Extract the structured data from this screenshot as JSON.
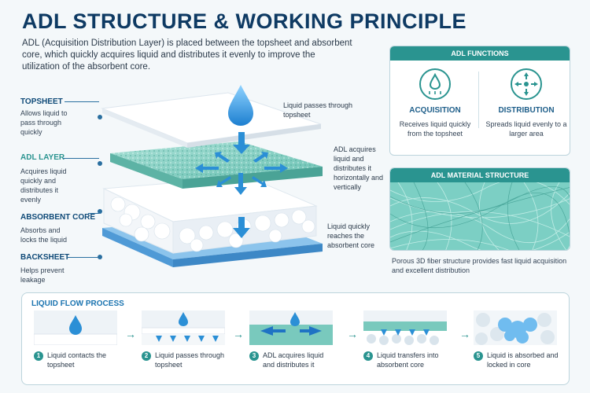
{
  "title": "ADL STRUCTURE & WORKING PRINCIPLE",
  "intro": "ADL (Acquisition Distribution Layer) is placed between the topsheet and absorbent core, which quickly acquires liquid and distributes it evenly to improve the utilization of the absorbent core.",
  "layers": [
    {
      "name": "TOPSHEET",
      "desc": "Allows liquid to pass through quickly"
    },
    {
      "name": "ADL LAYER",
      "desc": "Acquires liquid quickly and distributes it evenly"
    },
    {
      "name": "ABSORBENT CORE",
      "desc": "Absorbs and locks the liquid"
    },
    {
      "name": "BACKSHEET",
      "desc": "Helps prevent leakage"
    }
  ],
  "notes": {
    "passes": "Liquid passes through topsheet",
    "adl": "ADL acquires liquid and distributes it horizontally and vertically",
    "reaches": "Liquid quickly reaches the absorbent core"
  },
  "functions": {
    "header": "ADL FUNCTIONS",
    "items": [
      {
        "title": "ACQUISITION",
        "desc": "Receives liquid quickly from the topsheet",
        "icon": "droplet-arrows-icon"
      },
      {
        "title": "DISTRIBUTION",
        "desc": "Spreads liquid evenly to a larger area",
        "icon": "spread-arrows-icon"
      }
    ]
  },
  "material": {
    "header": "ADL MATERIAL STRUCTURE",
    "caption": "Porous 3D fiber structure provides fast liquid acquisition and excellent distribution"
  },
  "flow": {
    "title": "LIQUID FLOW PROCESS",
    "steps": [
      {
        "num": "1",
        "text": "Liquid contacts the topsheet"
      },
      {
        "num": "2",
        "text": "Liquid passes through topsheet"
      },
      {
        "num": "3",
        "text": "ADL acquires liquid and distributes it"
      },
      {
        "num": "4",
        "text": "Liquid transfers into absorbent core"
      },
      {
        "num": "5",
        "text": "Liquid is absorbed and locked in core"
      }
    ]
  },
  "colors": {
    "accent": "#2a9490",
    "title": "#0e3a63",
    "water": "#2b8fd6"
  }
}
